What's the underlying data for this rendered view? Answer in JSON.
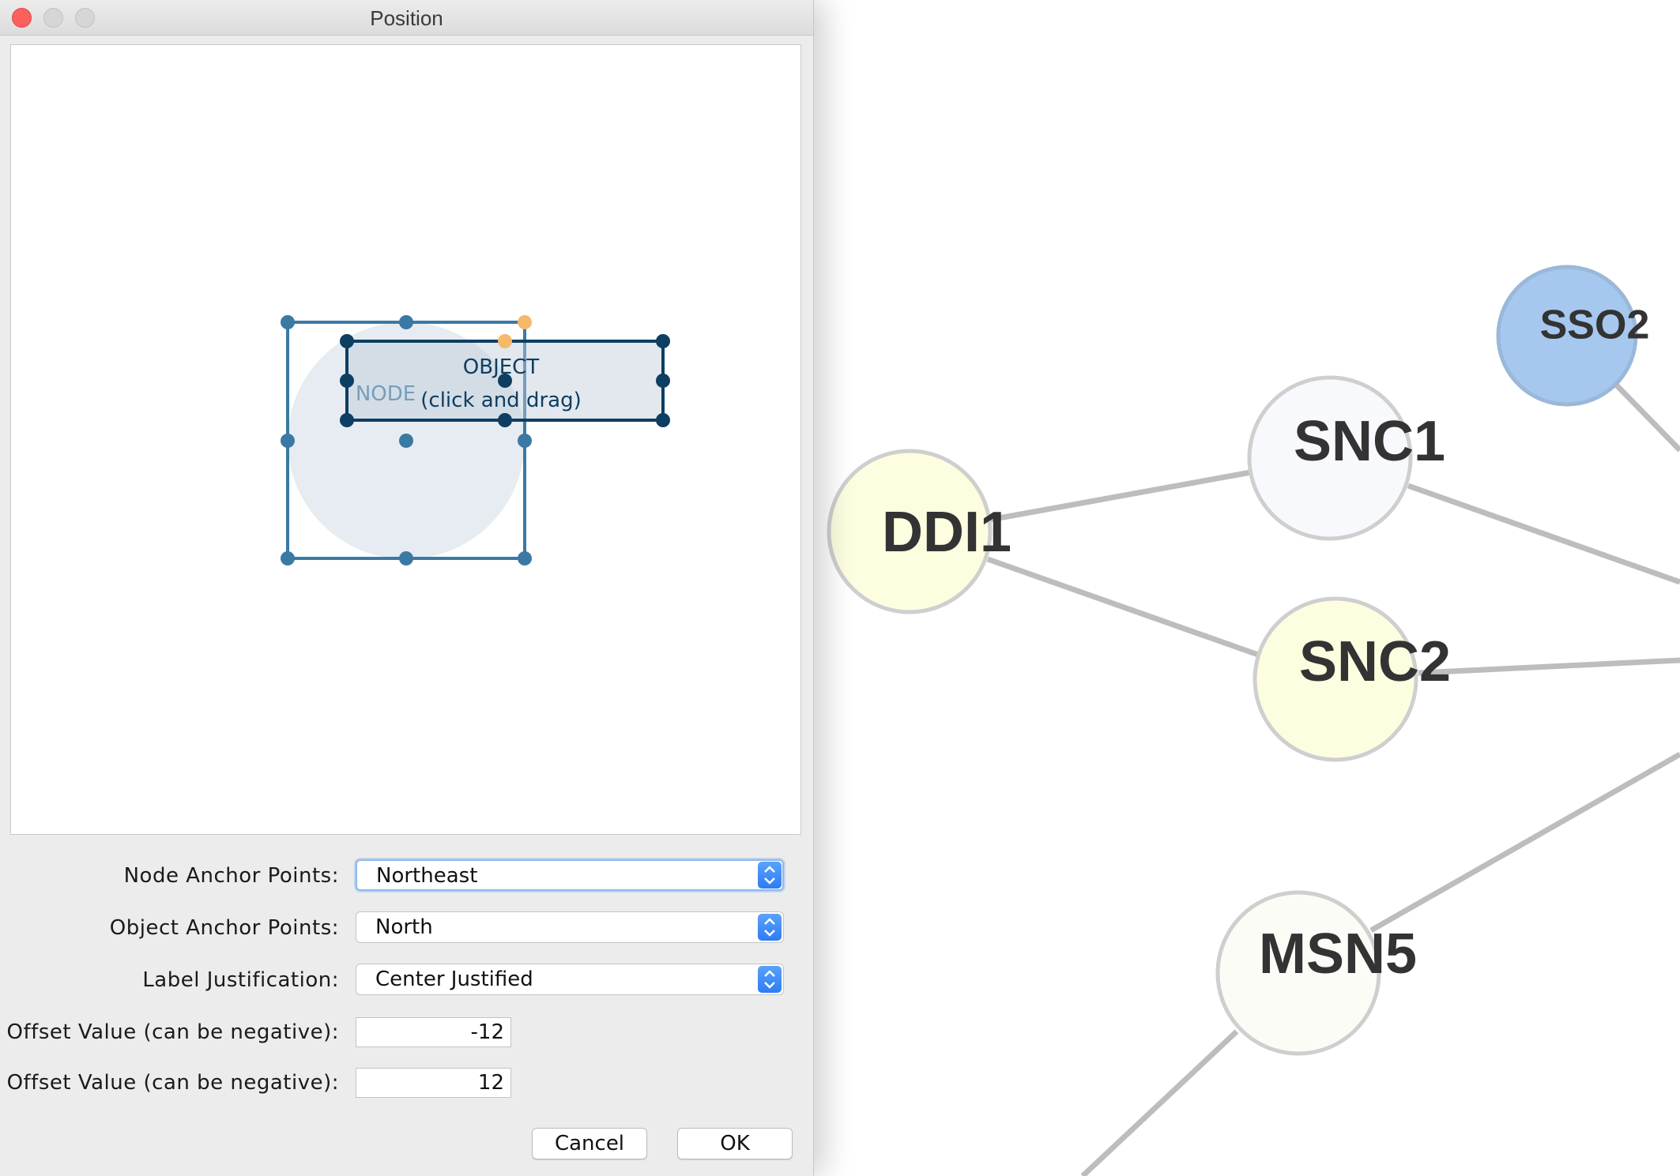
{
  "window": {
    "title": "Position"
  },
  "preview": {
    "node_label": "NODE",
    "object_label_line1": "OBJECT",
    "object_label_line2": "(click and drag)"
  },
  "form": {
    "node_anchor_label": "Node Anchor Points:",
    "node_anchor_value": "Northeast",
    "object_anchor_label": "Object Anchor Points:",
    "object_anchor_value": "North",
    "label_justification_label": "Label Justification:",
    "label_justification_value": "Center Justified",
    "x_offset_label": "X Offset Value (can be negative):",
    "x_offset_value": "-12",
    "y_offset_label": "Y Offset Value (can be negative):",
    "y_offset_value": "12"
  },
  "buttons": {
    "cancel": "Cancel",
    "ok": "OK"
  },
  "network": {
    "nodes": [
      {
        "id": "ddi1",
        "label": "DDI1",
        "color": "#fdfde0"
      },
      {
        "id": "snc1",
        "label": "SNC1",
        "color": "#f8f9fc"
      },
      {
        "id": "snc2",
        "label": "SNC2",
        "color": "#fdfde0"
      },
      {
        "id": "sso2",
        "label": "SSO2",
        "color": "#a6c8ee"
      },
      {
        "id": "msn5",
        "label": "MSN5",
        "color": "#fcfcf7"
      }
    ]
  },
  "colors": {
    "accent": "#2d7cf3",
    "node_anchor_handle": "#3a79a4",
    "object_anchor_handle": "#0e3e62",
    "selected_anchor": "#f5b969",
    "edge": "#bdbdbd"
  }
}
